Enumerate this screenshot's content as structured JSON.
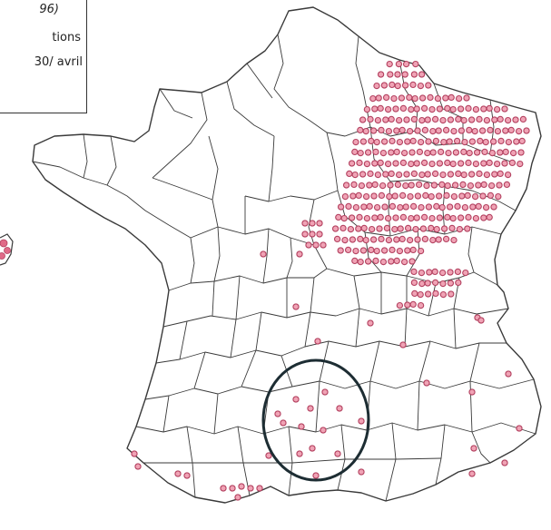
{
  "legend": {
    "lines": [
      "96)",
      "tions",
      "30/ avril"
    ]
  },
  "map": {
    "colors": {
      "dot_fill": "#f0a3b5",
      "dot_stroke": "#b3405f",
      "border": "#3a3a3a",
      "highlight_ring": "#1d2d33"
    },
    "highlight": {
      "shape": "ellipse",
      "region": "south-central France (Aveyron / Lozère area)"
    }
  }
}
